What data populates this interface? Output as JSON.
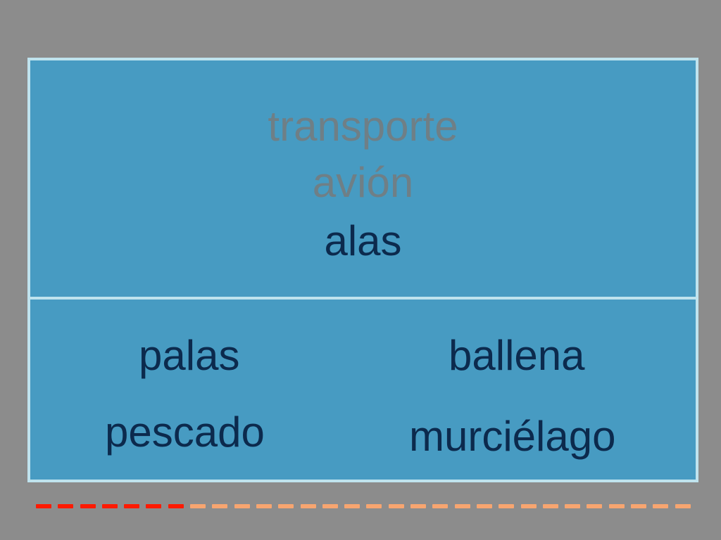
{
  "prompt": {
    "clues": [
      "transporte",
      "avión"
    ],
    "current": "alas"
  },
  "options": {
    "top_left": "palas",
    "top_right": "ballena",
    "bottom_left": "pescado",
    "bottom_right": "murciélago"
  },
  "progress": {
    "completed": 7,
    "total": 30
  },
  "colors": {
    "background": "#8c8c8c",
    "card": "#479bc2",
    "border": "#bfe3ee",
    "hint_text": "#6f7f86",
    "main_text": "#0c2a4d",
    "progress_done": "#ff1a00",
    "progress_todo": "#f7a570"
  }
}
